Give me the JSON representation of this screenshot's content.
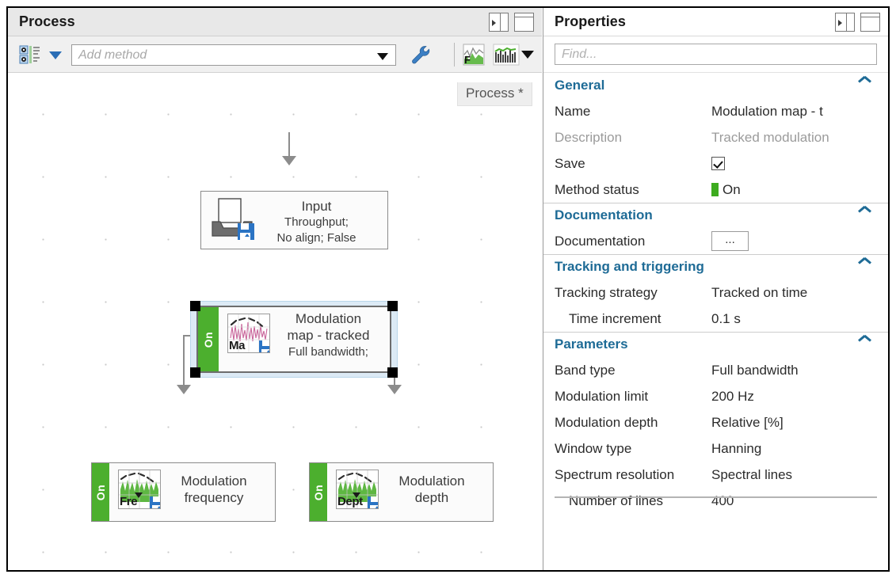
{
  "process_panel": {
    "title": "Process",
    "titlebar_buttons": [
      {
        "name": "split-view-button",
        "tooltip": "Split view"
      },
      {
        "name": "window-view-button",
        "tooltip": "Window view"
      }
    ],
    "toolbar": {
      "method_list_icon": "method-list-icon",
      "dropdown_caret": "chevron-down-icon",
      "add_method_placeholder": "Add method",
      "settings_icon": "wrench-icon",
      "spectrum_icon": "spectrum-f-icon",
      "waveform_icon": "waveform-icon",
      "waveform_caret": "chevron-down-icon"
    },
    "document_tab": "Process *",
    "nodes": [
      {
        "id": "input",
        "title": "Input",
        "subtitle_lines": [
          "Throughput;",
          "No align; False"
        ],
        "icon": "input-tray-icon",
        "has_save_badge": true,
        "status": null,
        "selected": false
      },
      {
        "id": "modulation-map-tracked",
        "title_lines": [
          "Modulation",
          "map - tracked"
        ],
        "subtitle_lines": [
          "Full bandwidth;"
        ],
        "icon": "modulation-map-thumbnail",
        "icon_tag": "Ma",
        "has_save_badge": true,
        "status": "On",
        "selected": true
      },
      {
        "id": "modulation-frequency",
        "title_lines": [
          "Modulation",
          "frequency"
        ],
        "subtitle_lines": [],
        "icon": "modulation-frequency-thumbnail",
        "icon_tag": "Fre",
        "has_save_badge": true,
        "status": "On",
        "selected": false
      },
      {
        "id": "modulation-depth",
        "title_lines": [
          "Modulation",
          "depth"
        ],
        "subtitle_lines": [],
        "icon": "modulation-depth-thumbnail",
        "icon_tag": "Dept",
        "has_save_badge": true,
        "status": "On",
        "selected": false
      }
    ]
  },
  "properties_panel": {
    "title": "Properties",
    "titlebar_buttons": [
      {
        "name": "split-view-button",
        "tooltip": "Split view"
      },
      {
        "name": "window-view-button",
        "tooltip": "Window view"
      }
    ],
    "find_placeholder": "Find...",
    "sections": [
      {
        "name": "General",
        "collapsed": false,
        "rows": [
          {
            "key": "Name",
            "value": "Modulation map - t",
            "type": "text",
            "dim": false,
            "indent": false
          },
          {
            "key": "Description",
            "value": "Tracked modulation",
            "type": "text",
            "dim": true,
            "indent": false
          },
          {
            "key": "Save",
            "value": "",
            "type": "checkbox",
            "checked": true,
            "dim": false,
            "indent": false
          },
          {
            "key": "Method status",
            "value": "On",
            "type": "status",
            "dim": false,
            "indent": false
          }
        ]
      },
      {
        "name": "Documentation",
        "collapsed": false,
        "rows": [
          {
            "key": "Documentation",
            "value": "...",
            "type": "button",
            "dim": false,
            "indent": false
          }
        ]
      },
      {
        "name": "Tracking and triggering",
        "collapsed": false,
        "rows": [
          {
            "key": "Tracking strategy",
            "value": "Tracked on time",
            "type": "text",
            "dim": false,
            "indent": false
          },
          {
            "key": "Time increment",
            "value": "0.1 s",
            "type": "text",
            "dim": false,
            "indent": true
          }
        ]
      },
      {
        "name": "Parameters",
        "collapsed": false,
        "rows": [
          {
            "key": "Band type",
            "value": "Full bandwidth",
            "type": "text",
            "dim": false,
            "indent": false
          },
          {
            "key": "Modulation limit",
            "value": "200 Hz",
            "type": "text",
            "dim": false,
            "indent": false
          },
          {
            "key": "Modulation depth",
            "value": "Relative [%]",
            "type": "text",
            "dim": false,
            "indent": false
          },
          {
            "key": "Window type",
            "value": "Hanning",
            "type": "text",
            "dim": false,
            "indent": false
          },
          {
            "key": "Spectrum resolution",
            "value": "Spectral lines",
            "type": "text",
            "dim": false,
            "indent": false
          },
          {
            "key": "Number of lines",
            "value": "400",
            "type": "text",
            "dim": false,
            "indent": true
          }
        ]
      }
    ]
  },
  "colors": {
    "accent_heading": "#1e6b96",
    "status_on_green": "#3dab1f",
    "node_on_bar": "#4caf2e",
    "selection_halo": "#dceaf5",
    "connector": "#8c8c8c",
    "titlebar_bg": "#e8e8e8"
  }
}
